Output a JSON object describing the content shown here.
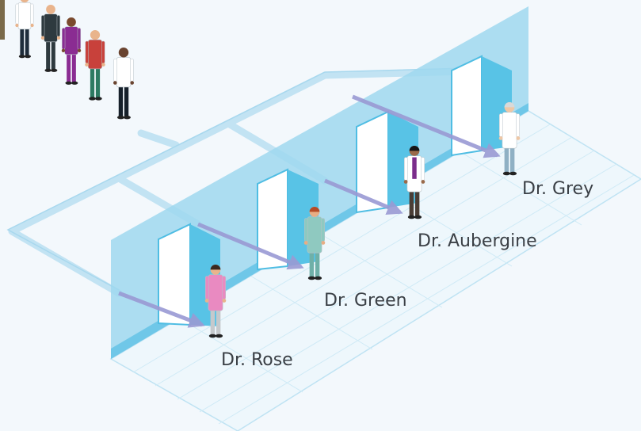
{
  "doctors": [
    {
      "name": "Dr. Rose",
      "coat": "#e98ac1",
      "pants": "#c5c9cc",
      "skin": "#e9b48c",
      "hair": "#3a2a20"
    },
    {
      "name": "Dr. Green",
      "coat": "#8fc9c0",
      "pants": "#6fb0a8",
      "skin": "#e8ad84",
      "hair": "#b54a26"
    },
    {
      "name": "Dr. Aubergine",
      "coat": "#ffffff",
      "pants": "#4a3d35",
      "skin": "#9a6a4a",
      "hair": "#151515",
      "accent": "#7b2d8b"
    },
    {
      "name": "Dr. Grey",
      "coat": "#ffffff",
      "pants": "#8fb0c4",
      "skin": "#eec7a6",
      "hair": "#d9d9d9"
    }
  ],
  "queue": [
    {
      "role": "businessman",
      "shirt": "#ffffff",
      "pants": "#1e2c3a",
      "skin": "#e9b48c"
    },
    {
      "role": "businesswoman",
      "shirt": "#2e3a3f",
      "pants": "#2e3a3f",
      "skin": "#e9b48c"
    },
    {
      "role": "woman-purple-dress",
      "shirt": "#8a2c92",
      "pants": "#8a2c92",
      "skin": "#7a4a2e"
    },
    {
      "role": "farmer",
      "shirt": "#c8413b",
      "pants": "#2d7a62",
      "skin": "#e9b48c"
    },
    {
      "role": "man-white-shirt",
      "shirt": "#ffffff",
      "pants": "#16202a",
      "skin": "#6a4430"
    }
  ],
  "colors": {
    "floor": "#eef7fc",
    "wall": "#9fd8ef",
    "door": "#58c3e6",
    "pipe": "#c2e3f3",
    "arrow": "#9a9ad4",
    "label": "#3a3f45"
  }
}
